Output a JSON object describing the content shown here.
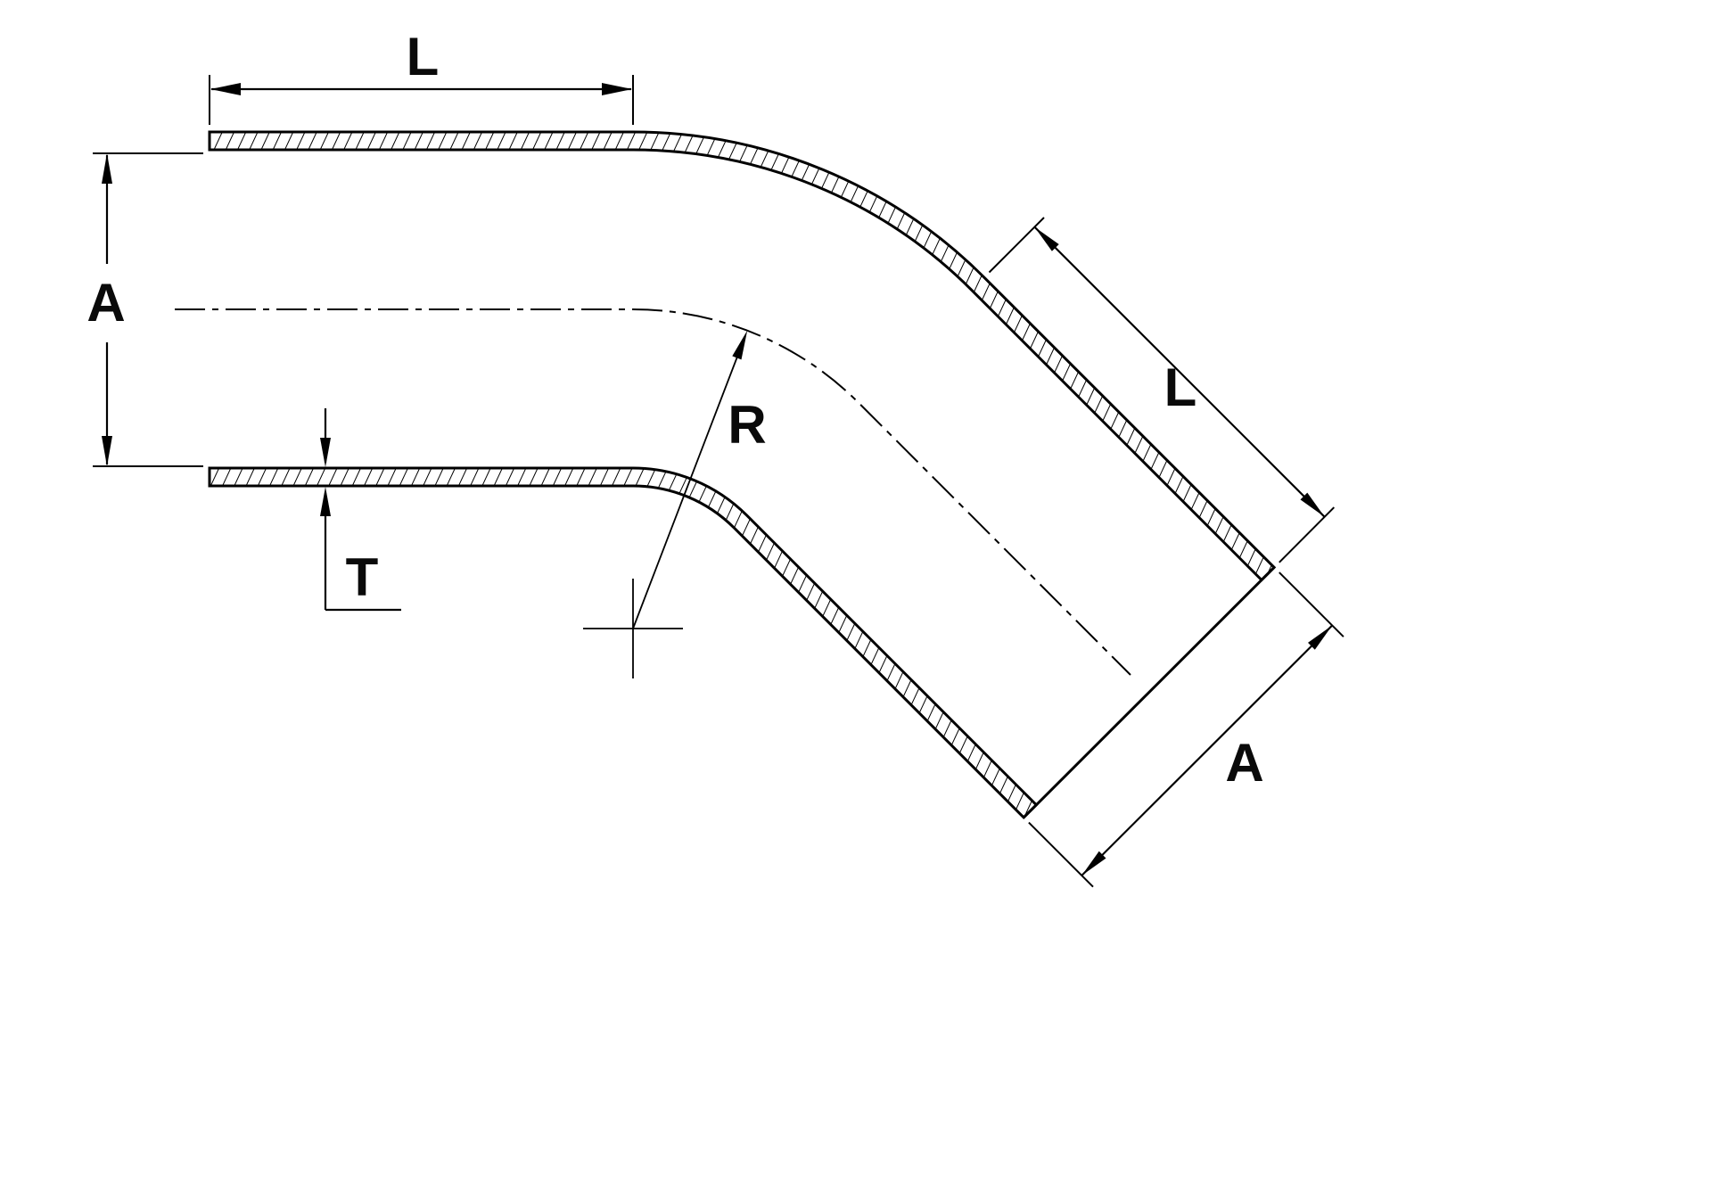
{
  "diagram": {
    "description": "Technical dimension drawing of a 45-degree elbow tube / silicone hose coupler shown in section with hatched walls",
    "background_color": "#ffffff",
    "line_color": "#000000",
    "labels": {
      "top_length": "L",
      "left_diameter": "A",
      "bend_radius": "R",
      "wall_thickness": "T",
      "angled_length": "L",
      "angled_diameter": "A"
    }
  }
}
